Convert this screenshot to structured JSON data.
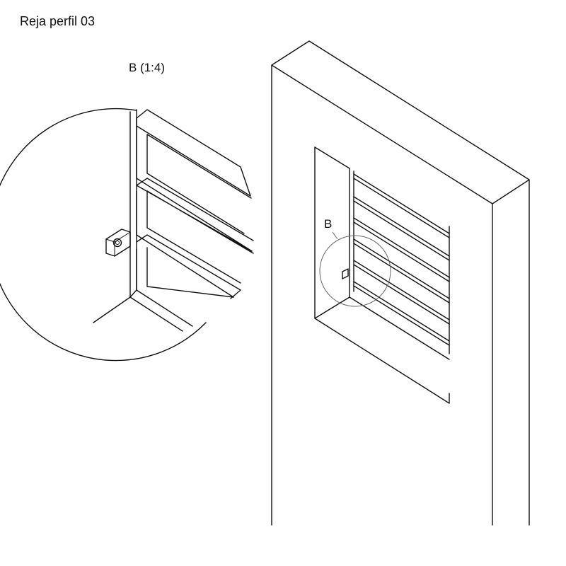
{
  "title": "Reja perfil 03",
  "detail": {
    "label": "B (1:4)",
    "marker": "B"
  }
}
